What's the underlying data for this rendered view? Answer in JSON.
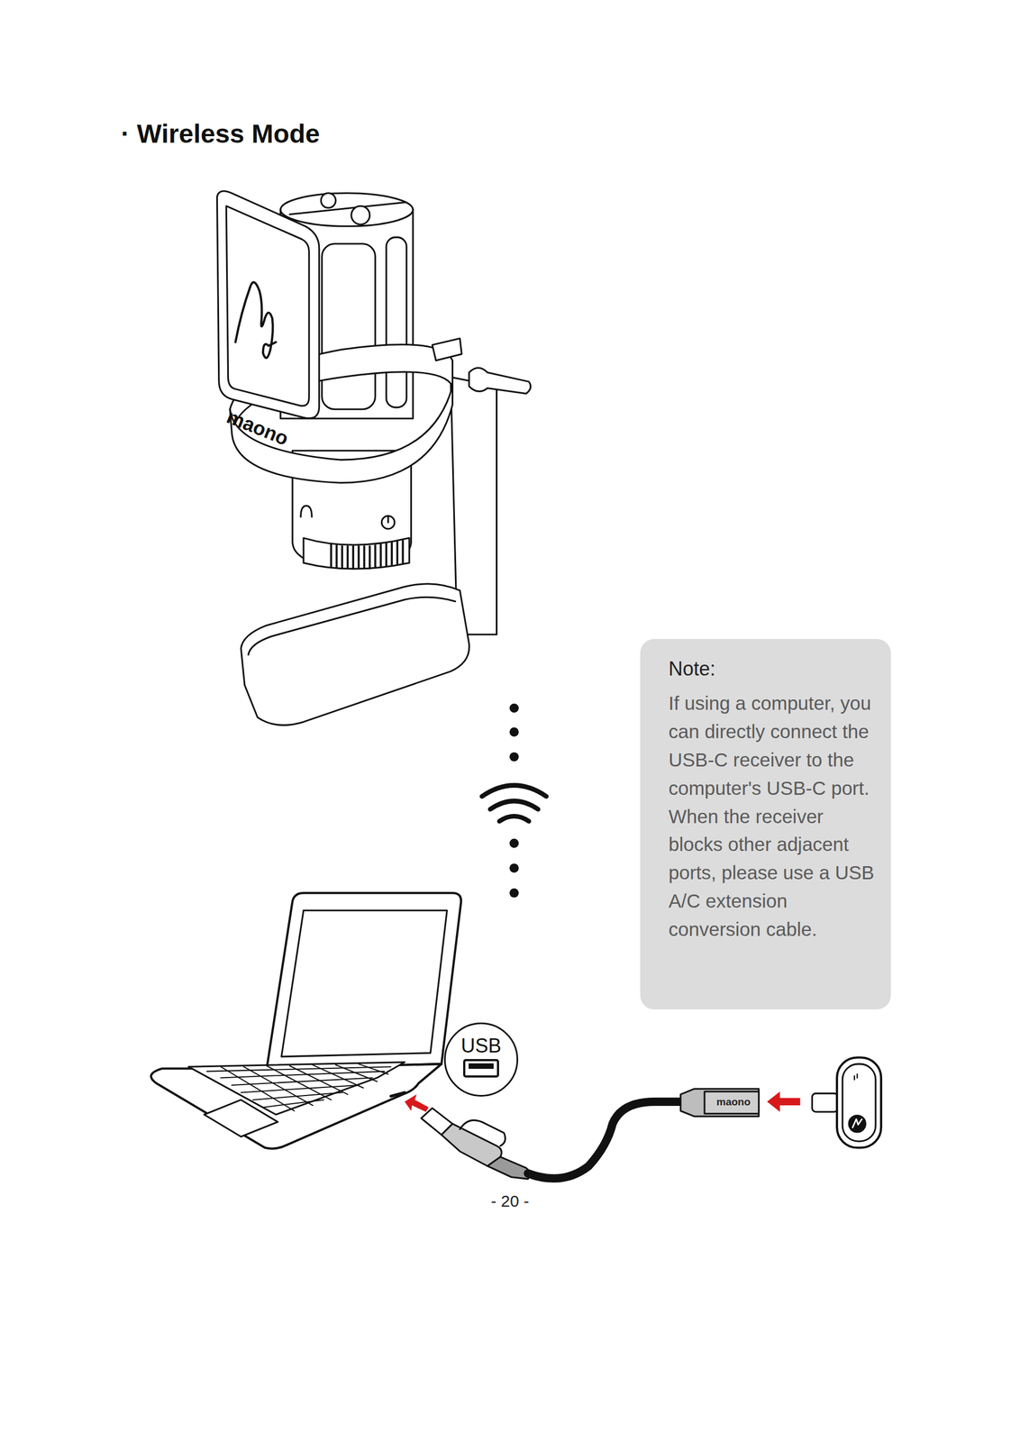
{
  "diagram": {
    "title": "· Wireless Mode",
    "nodes": [
      {
        "text": [
          "Note:",
          "If using a computer, you can directly connect the USB-C receiver to the computer's USB-C port. When the receiver blocks other adjacent ports, please use a USB A/C extension conversion cable."
        ]
      },
      {
        "text": [
          "USB"
        ]
      }
    ],
    "labels": [
      "maono",
      "maono",
      "- 20 -"
    ]
  }
}
